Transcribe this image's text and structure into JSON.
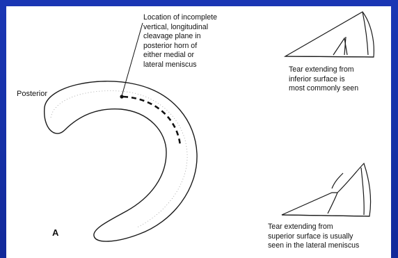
{
  "diagram": {
    "callout_text": "Location of incomplete\nvertical, longitudinal\ncleavage plane in\nposterior horn of\neither medial or\nlateral meniscus",
    "label_posterior": "Posterior",
    "label_figure": "A",
    "caption_inferior_tear": "Tear extending from\ninferior surface is\nmost commonly seen",
    "caption_superior_tear": "Tear extending from\nsuperior surface is usually\nseen in the lateral meniscus"
  },
  "colors": {
    "background": "#1631a8",
    "panel": "#ffffff",
    "ink": "#111111"
  }
}
